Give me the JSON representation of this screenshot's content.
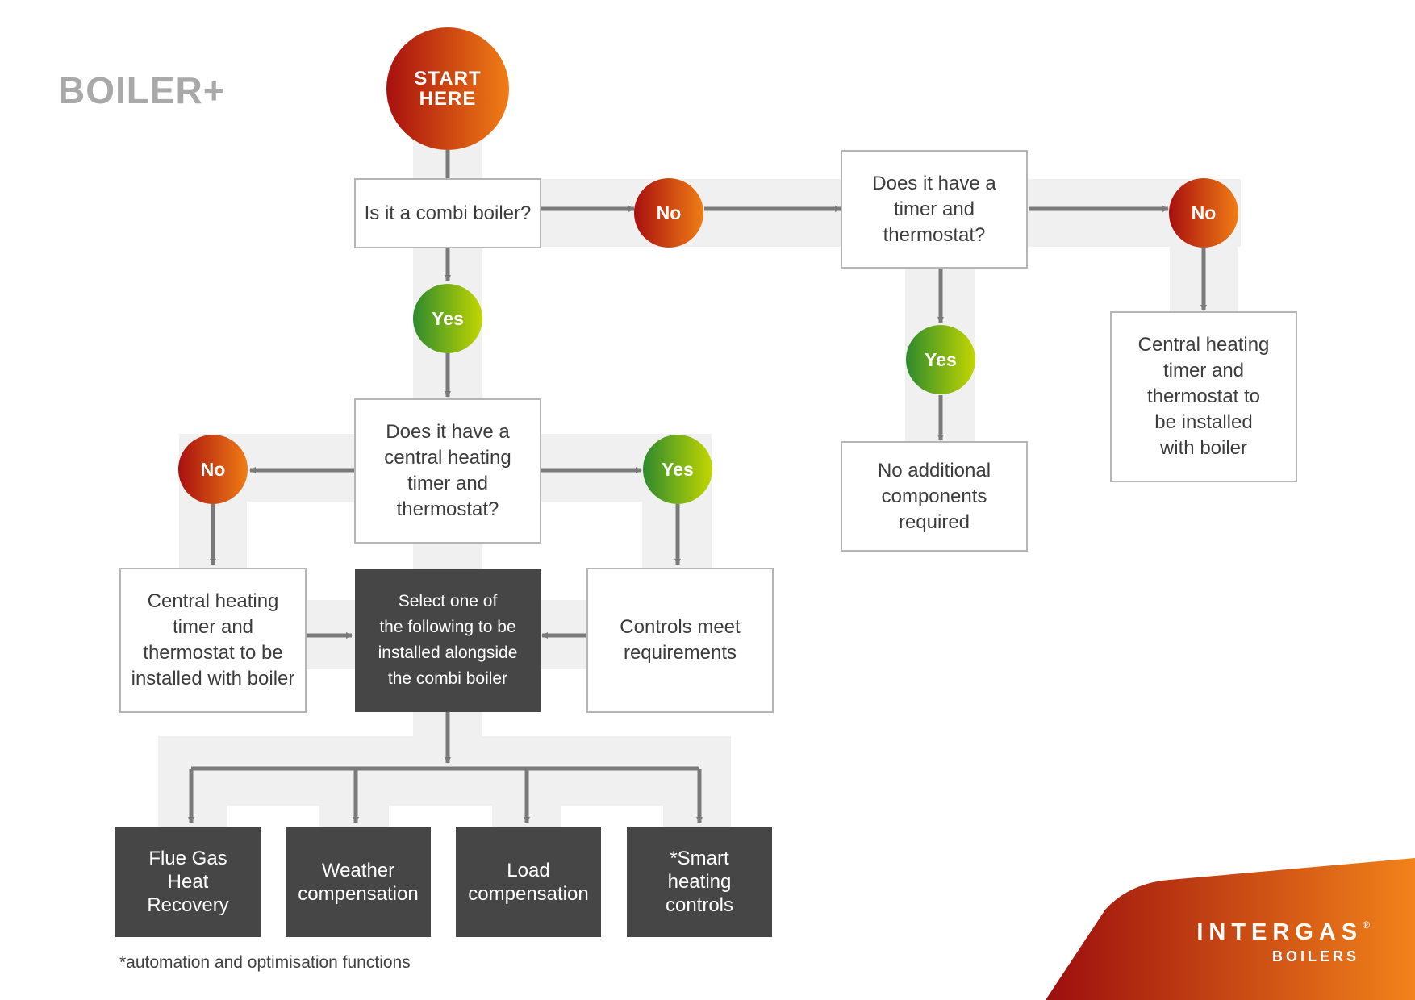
{
  "logo": {
    "text": "BOILER+"
  },
  "start": {
    "line1": "START",
    "line2": "HERE"
  },
  "badges": {
    "no": "No",
    "yes": "Yes"
  },
  "boxes": {
    "combi_question": "Is it a combi boiler?",
    "timer_question_right": "Does it have a\ntimer and\nthermostat?",
    "install_right": "Central heating\ntimer and\nthermostat to\nbe installed\nwith boiler",
    "no_additional": "No additional\ncomponents\nrequired",
    "central_question": "Does it have a\ncentral heating\ntimer and\nthermostat?",
    "install_left": "Central heating\ntimer and\nthermostat to be\ninstalled with boiler",
    "select_one": "Select one of\nthe following to be\ninstalled alongside\nthe combi boiler",
    "controls_meet": "Controls meet\nrequirements"
  },
  "options": [
    "Flue Gas\nHeat\nRecovery",
    "Weather\ncompensation",
    "Load\ncompensation",
    "*Smart\nheating\ncontrols"
  ],
  "footnote": "*automation and optimisation functions",
  "brand": {
    "name": "INTERGAS",
    "reg": "®",
    "sub": "BOILERS"
  },
  "colors": {
    "no_start": "#a8100f",
    "no_end": "#f07d15",
    "yes_start": "#2e8a2e",
    "yes_end": "#c3d600",
    "connector": "#7a7a7a",
    "band": "#f0f0f0",
    "box_border": "#b5b5b5",
    "dark_box": "#464646"
  }
}
